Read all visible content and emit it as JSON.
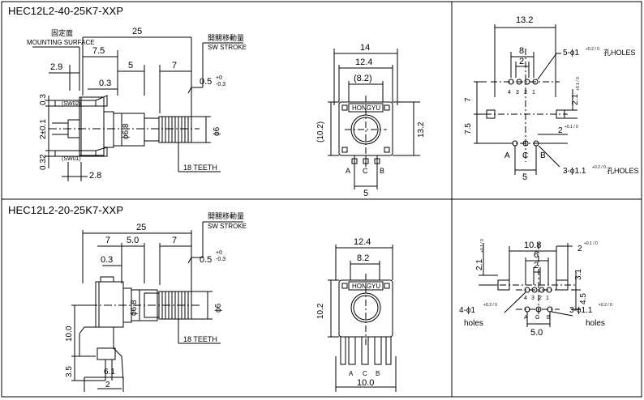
{
  "top": {
    "title": "HEC12L2-40-25K7-XXP",
    "side": {
      "mounting_cn": "固定面",
      "mounting_en": "MOUNTING SURFACE",
      "stroke_cn": "開關移動量",
      "stroke_en": "SW STROKE",
      "dim_25": "25",
      "dim_7_5": "7.5",
      "dim_2_9": "2.9",
      "dim_5": "5",
      "dim_7": "7",
      "dim_0_3_top": "0.3",
      "dim_0_5": "0.5",
      "tol_0_5_plus": "+0",
      "tol_0_5_minus": "-0.3",
      "dim_0_3_left_a": "0.3",
      "dim_2_pm": "2±0.1",
      "dim_2": "2",
      "dim_0_3_left_b": "0.3",
      "dim_2_8": "2.8",
      "sw02": "(SW02)",
      "sw01": "(SW01)",
      "phi_6_8": "ϕ6.8",
      "phi_6": "ϕ6",
      "teeth": "18 TEETH"
    },
    "front": {
      "dim_14": "14",
      "dim_12_4": "12.4",
      "dim_8_2": "(8.2)",
      "dim_10_2": "(10.2)",
      "dim_13_2": "13.2",
      "brand": "HONGYU",
      "pin_a": "A",
      "pin_c": "C",
      "pin_b": "B",
      "dim_5": "5"
    },
    "pcb": {
      "dim_13_2": "13.2",
      "dim_8": "8",
      "dim_2": "2",
      "holes_5": "5-ϕ1",
      "holes_5_tol": "+0.2 / 0",
      "holes_5_label": "孔HOLES",
      "pin_labels": [
        "4",
        "3",
        "2",
        "1"
      ],
      "dim_7": "7",
      "dim_7_5": "7.5",
      "dim_2_1": "2.1",
      "dim_2_1_tol": "+0.1 / 0",
      "dim_2_side": "2",
      "dim_2_side_tol": "+0.1 / 0",
      "pin_a": "A",
      "pin_c": "C",
      "pin_b": "B",
      "dim_5": "5",
      "holes_3": "3-ϕ1.1",
      "holes_3_tol": "+0.2 / 0",
      "holes_3_label": "孔HOLES"
    }
  },
  "bottom": {
    "title": "HEC12L2-20-25K7-XXP",
    "side": {
      "stroke_cn": "開關移動量",
      "stroke_en": "SW STROKE",
      "dim_25": "25",
      "dim_7a": "7",
      "dim_5_0": "5.0",
      "dim_7b": "7",
      "dim_0_3": "0.3",
      "dim_0_5": "0.5",
      "tol_0_5_plus": "+0",
      "tol_0_5_minus": "-0.3",
      "phi_6_8": "ϕ6.8",
      "phi_6": "ϕ6",
      "dim_10_0": "10.0",
      "dim_3_5": "3.5",
      "dim_6_1": "6.1",
      "dim_2": "2",
      "teeth": "18 TEETH"
    },
    "front": {
      "dim_12_4": "12.4",
      "dim_8_2": "8.2",
      "dim_10_2": "10.2",
      "brand": "HONGYU",
      "pin_a": "A",
      "pin_c": "C",
      "pin_b": "B",
      "dim_10_0": "10.0"
    },
    "pcb": {
      "dim_10_8": "10.8",
      "dim_2_top": "2",
      "dim_2_top_tol": "+0.1 / 0",
      "dim_6": "6",
      "dim_2_inner": "2",
      "dim_2_1": "2.1",
      "dim_2_1_tol": "+0.1 / 0",
      "dim_3_1": "3.1",
      "dim_4_5": "4.5",
      "pin_labels": [
        "4",
        "3",
        "2",
        "1"
      ],
      "pin_a": "A",
      "pin_c": "C",
      "pin_b": "B",
      "holes_4": "4-ϕ1",
      "holes_4_tol": "+0.2 / 0",
      "holes_4_label": "holes",
      "holes_3": "3-ϕ1.1",
      "holes_3_tol": "+0.2 / 0",
      "holes_3_label": "holes",
      "dim_5_0": "5.0"
    }
  }
}
